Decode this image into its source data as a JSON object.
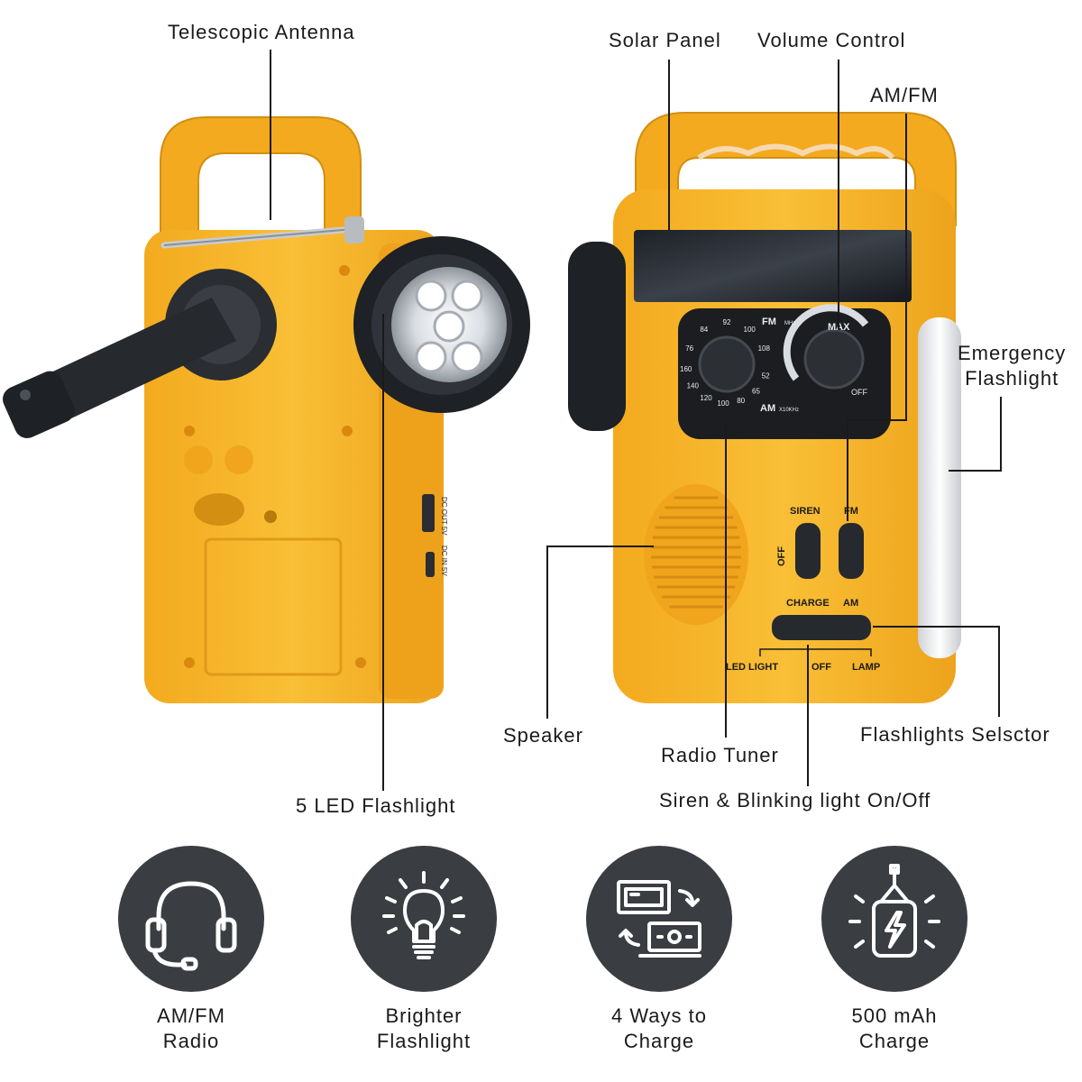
{
  "callouts": {
    "telescopic_antenna": "Telescopic Antenna",
    "solar_panel": "Solar Panel",
    "volume_control": "Volume Control",
    "am_fm": "AM/FM",
    "emergency_flashlight_line1": "Emergency",
    "emergency_flashlight_line2": "Flashlight",
    "speaker": "Speaker",
    "radio_tuner": "Radio Tuner",
    "flashlights_selector": "Flashlights Selsctor",
    "siren_blinking": "Siren & Blinking light On/Off",
    "led_flashlight": "5 LED Flashlight"
  },
  "device_panel": {
    "fm_label": "FM",
    "mhz_label": "MHz",
    "am_label": "AM",
    "khz_label": "X10KHz",
    "max_label": "MAX",
    "off_label": "OFF",
    "fm_scale": [
      "76",
      "84",
      "92",
      "100",
      "108"
    ],
    "am_scale": [
      "52",
      "65",
      "80",
      "100",
      "120",
      "140",
      "160"
    ],
    "siren_label": "SIREN",
    "fm_switch_label": "FM",
    "off_side_label": "OFF",
    "charge_label": "CHARGE",
    "am_switch_label": "AM",
    "led_light_label": "LED LIGHT",
    "switch_off_label": "OFF",
    "lamp_label": "LAMP",
    "dc_out": "DC OUT 5V",
    "dc_in": "DC IN 5V"
  },
  "features": [
    {
      "icon": "headphones-icon",
      "line1": "AM/FM",
      "line2": "Radio"
    },
    {
      "icon": "light-bulb-icon",
      "line1": "Brighter",
      "line2": "Flashlight"
    },
    {
      "icon": "charge-cycle-icon",
      "line1": "4 Ways to",
      "line2": "Charge"
    },
    {
      "icon": "battery-charge-icon",
      "line1": "500 mAh",
      "line2": "Charge"
    }
  ],
  "colors": {
    "body_yellow": "#f7b52b",
    "body_shadow": "#e29a16",
    "icon_circle": "#3a3d42",
    "line": "#1a1a1a"
  }
}
